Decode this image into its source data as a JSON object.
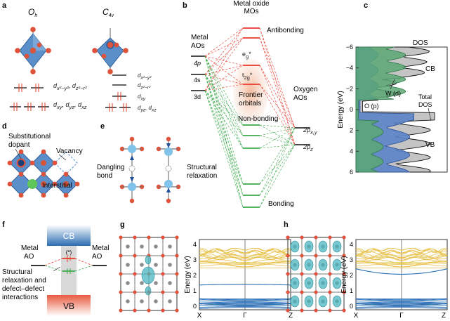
{
  "panel_letters": [
    "a",
    "b",
    "c",
    "d",
    "e",
    "f",
    "g",
    "h"
  ],
  "panel_a": {
    "oh_symbol": "O",
    "oh_sub": "h",
    "c4v_symbol": "C",
    "c4v_sub": "4v",
    "oh_eg": "d<sub>x²−y²</sub>, d<sub>z²−r²</sub>",
    "oh_t2g": "d<sub>xy</sub>, d<sub>yz</sub>, d<sub>xz</sub>",
    "c4v_levels": [
      "d<sub>x²−y²</sub>",
      "d<sub>z²−r²</sub>",
      "d<sub>xy</sub>",
      "d<sub>yz</sub>, d<sub>xz</sub>"
    ]
  },
  "panel_b": {
    "metal_oxide_mos": [
      "Metal oxide",
      "MOs"
    ],
    "metal_aos": [
      "Metal",
      "AOs"
    ],
    "orbitals": [
      "4p",
      "4s",
      "3d"
    ],
    "antibonding": "Antibonding",
    "eg_star": "e<sub>g</sub>*",
    "t2g_star": "t<sub>2g</sub>*",
    "frontier": [
      "Frontier",
      "orbitals"
    ],
    "non_bonding": "Non-bonding",
    "bonding": "Bonding",
    "oxygen_aos": [
      "Oxygen",
      "AOs"
    ],
    "o_pxy": "2p<sub>x,y</sub>",
    "o_pz": "2p<sub>z</sub>"
  },
  "panel_c": {
    "ylabel": "Energy (eV)",
    "yticks": [
      "−6",
      "−4",
      "−2",
      "0",
      "2",
      "4",
      "6"
    ],
    "dos": "DOS",
    "cb": "CB",
    "vb": "VB",
    "w_d": "W (d)",
    "o_p": "O (p)",
    "total_dos": [
      "Total",
      "DOS"
    ]
  },
  "panel_d": {
    "substitutional": [
      "Substitutional",
      "dopant"
    ],
    "vacancy": "Vacancy",
    "interstitial": "Interstitial"
  },
  "panel_e": {
    "dangling": [
      "Dangling",
      "bond"
    ],
    "structural": [
      "Structural",
      "relaxation"
    ]
  },
  "panel_f": {
    "cb": "CB",
    "vb": "VB",
    "star": "(*)",
    "metal_ao_left": [
      "Metal",
      "AO"
    ],
    "metal_ao_right": [
      "Metal",
      "AO"
    ],
    "caption": [
      "Structural",
      "relaxation and",
      "defect–defect",
      "interactions"
    ]
  },
  "panel_g": {
    "ylabel": "Energy (eV)",
    "yticks": [
      "4",
      "3",
      "2",
      "1",
      "0"
    ],
    "xticks": [
      "X",
      "Γ",
      "Z"
    ]
  },
  "panel_h": {
    "ylabel": "Energy (eV)",
    "yticks": [
      "4",
      "3",
      "2",
      "1",
      "0"
    ],
    "xticks": [
      "X",
      "Γ",
      "Z"
    ]
  },
  "colors": {
    "octahedron": "#5b8fc9",
    "oxygen": "#e0533b",
    "metal": "#3f78bd",
    "red_level": "#e8382a",
    "green_level": "#3aa84a",
    "cb_gold": "#e8c14a",
    "vb_blue": "#2b6fb4",
    "dos_total": "#c4c4c4",
    "dos_o": "#5b84c8",
    "dos_w": "#5aa874",
    "lobe": "#49b5c0"
  }
}
